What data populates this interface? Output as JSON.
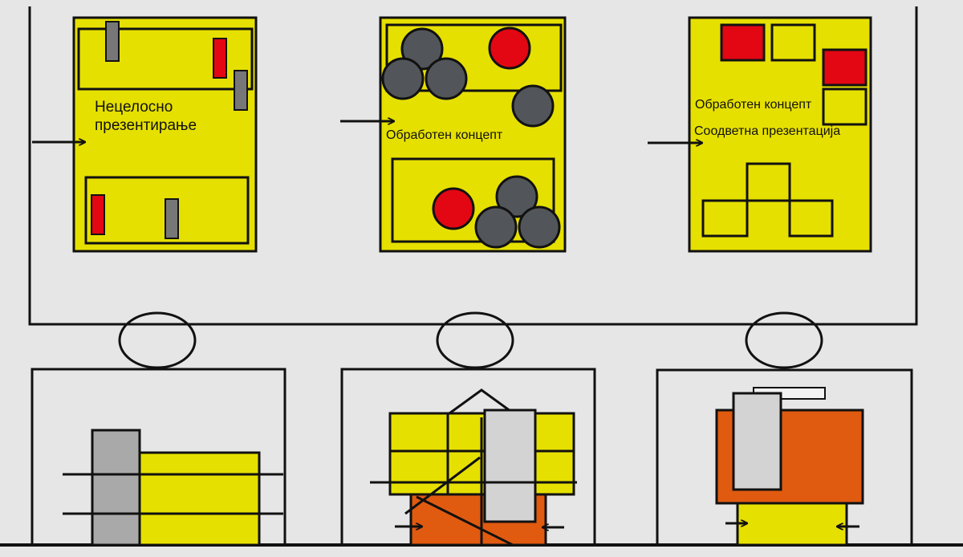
{
  "panels": [
    {
      "label_lines": [
        "Нецелосно",
        "презентирање"
      ]
    },
    {
      "label_lines": [
        "Обработен  концепт"
      ]
    },
    {
      "label_lines": [
        "Обработен  концепт",
        "Соодветна презентација"
      ]
    }
  ],
  "colors": {
    "background": "#e6e6e6",
    "yellow": "#e6e000",
    "red": "#e30613",
    "dark_gray": "#525559",
    "mid_gray": "#777777",
    "light_gray": "#d3d3d3",
    "orange": "#e05a10",
    "line": "#111111"
  }
}
